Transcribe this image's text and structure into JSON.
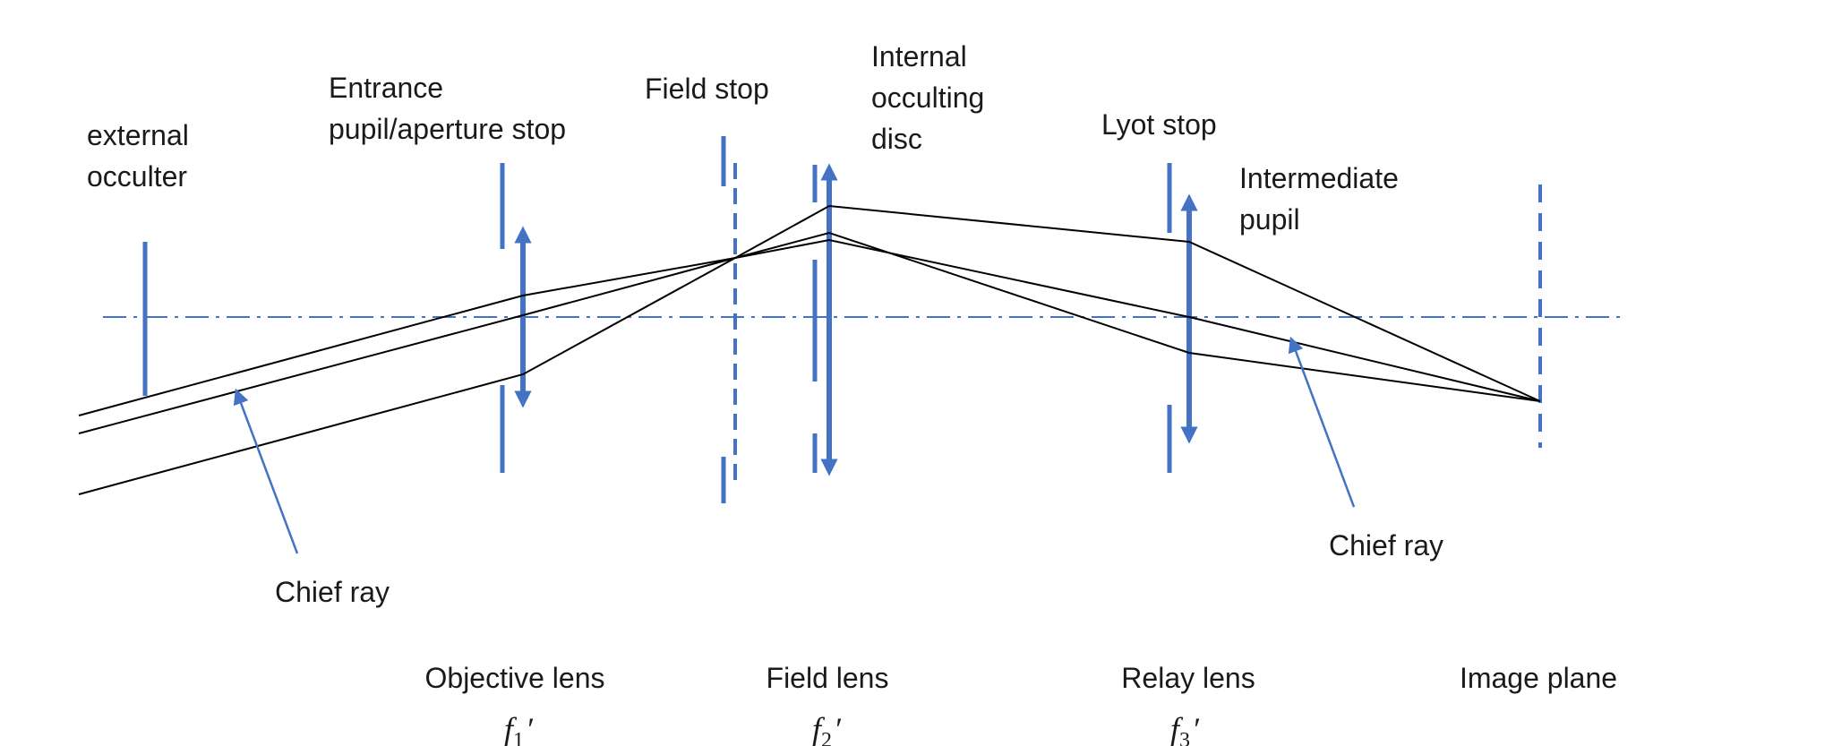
{
  "labels": {
    "external_occulter": [
      "external",
      "occulter"
    ],
    "entrance_pupil": [
      "Entrance",
      "pupil/aperture stop"
    ],
    "field_stop": "Field stop",
    "internal_occulting_disc": [
      "Internal",
      "occulting",
      "disc"
    ],
    "lyot_stop": "Lyot stop",
    "intermediate_pupil": [
      "Intermediate",
      "pupil"
    ],
    "chief_ray_left": "Chief ray",
    "chief_ray_right": "Chief ray",
    "objective_lens": "Objective lens",
    "field_lens": "Field lens",
    "relay_lens": "Relay lens",
    "image_plane": "Image plane"
  },
  "focal_lengths": {
    "f1": {
      "symbol": "f",
      "sub": "1",
      "prime": "′"
    },
    "f2": {
      "symbol": "f",
      "sub": "2",
      "prime": "′"
    },
    "f3": {
      "symbol": "f",
      "sub": "3",
      "prime": "′"
    }
  },
  "colors": {
    "accent": "#4472C4",
    "ray": "#000000",
    "text": "#1a1a1a"
  }
}
